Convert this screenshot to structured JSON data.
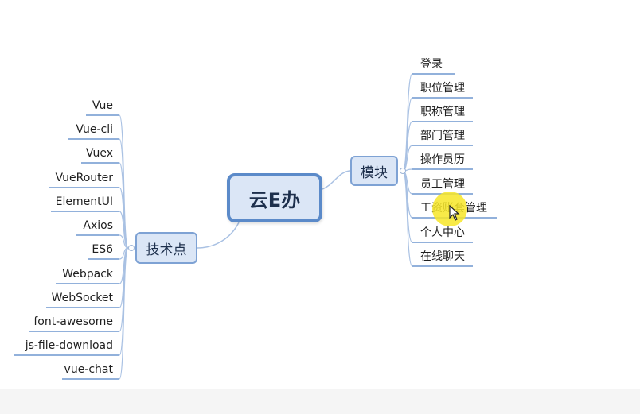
{
  "central_topic": "云E办",
  "branches": {
    "modules": {
      "label": "模块",
      "items": [
        "登录",
        "职位管理",
        "职称管理",
        "部门管理",
        "操作员历",
        "员工管理",
        "工资账套管理",
        "个人中心",
        "在线聊天"
      ]
    },
    "tech": {
      "label": "技术点",
      "items": [
        "Vue",
        "Vue-cli",
        "Vuex",
        "VueRouter",
        "ElementUI",
        "Axios",
        "ES6",
        "Webpack",
        "WebSocket",
        "font-awesome",
        "js-file-download",
        "vue-chat"
      ]
    }
  },
  "colors": {
    "node_fill": "#dbe6f6",
    "node_border": "#5b8ac9",
    "connector": "#a9c1e3",
    "leaf_underline": "#6f97cf",
    "cursor_highlight": "#f7e628"
  },
  "icons": [
    "cursor-pointer-icon"
  ]
}
